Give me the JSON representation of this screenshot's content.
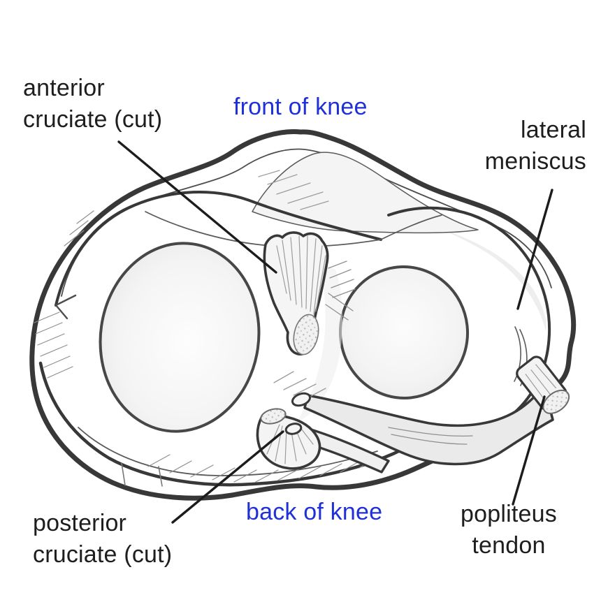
{
  "figure": {
    "type": "anatomical line diagram",
    "subject": "top view of knee tibial plateau with menisci and cut cruciate ligaments"
  },
  "colors": {
    "background": "#ffffff",
    "outline": "#383838",
    "label_text": "#1e1e1e",
    "orientation_text_blue": "#2030d8",
    "shading_light_gray": "#ececec"
  },
  "labels": {
    "anterior_cruciate": {
      "line1": "anterior",
      "line2": "cruciate (cut)"
    },
    "front_of_knee": {
      "text": "front of knee"
    },
    "lateral_meniscus": {
      "line1": "lateral",
      "line2": "meniscus"
    },
    "posterior_cruciate": {
      "line1": "posterior",
      "line2": "cruciate (cut)"
    },
    "back_of_knee": {
      "text": "back of knee"
    },
    "popliteus_tendon": {
      "line1": "popliteus",
      "line2": "tendon"
    }
  }
}
